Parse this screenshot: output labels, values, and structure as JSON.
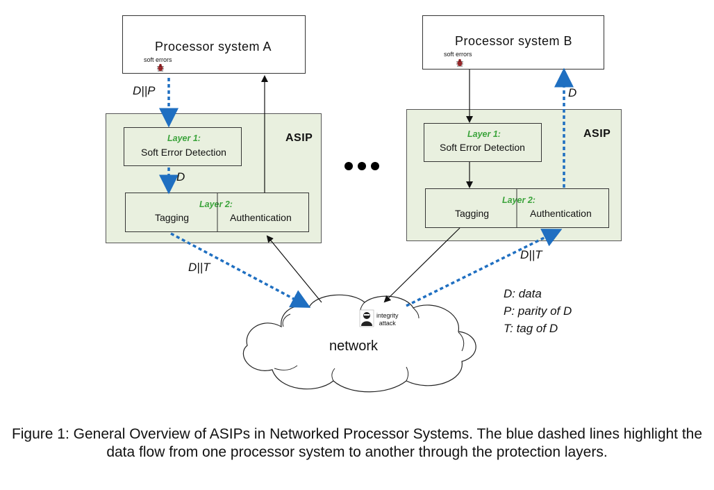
{
  "system_a": {
    "title": "Processor  system A",
    "soft_errors": "soft errors",
    "asip_title": "ASIP",
    "layer1": {
      "title": "Layer 1:",
      "name": "Soft Error Detection"
    },
    "layer2": {
      "title": "Layer 2:",
      "left": "Tagging",
      "right": "Authentication"
    }
  },
  "system_b": {
    "title": "Processor  system B",
    "soft_errors": "soft errors",
    "asip_title": "ASIP",
    "layer1": {
      "title": "Layer 1:",
      "name": "Soft Error Detection"
    },
    "layer2": {
      "title": "Layer 2:",
      "left": "Tagging",
      "right": "Authentication"
    }
  },
  "flows": {
    "dp": "D||P",
    "d_a": "D",
    "dt_a": "D||T",
    "dt_b": "D||T",
    "d_b": "D"
  },
  "network": {
    "label": "network",
    "attack": "integrity\nattack"
  },
  "legend": [
    "D: data",
    "P: parity of D",
    "T: tag of D"
  ],
  "caption": "Figure 1:  General Overview of ASIPs in Networked Processor Systems. The blue dashed lines highlight the data flow from one processor system to another through the protection layers.",
  "colors": {
    "flow": "#1f6fc1",
    "green": "#3aa33a",
    "asip_bg": "#e9f0df"
  },
  "icons": [
    "bug-icon",
    "hacker-icon",
    "ellipsis-icon",
    "cloud-icon"
  ]
}
